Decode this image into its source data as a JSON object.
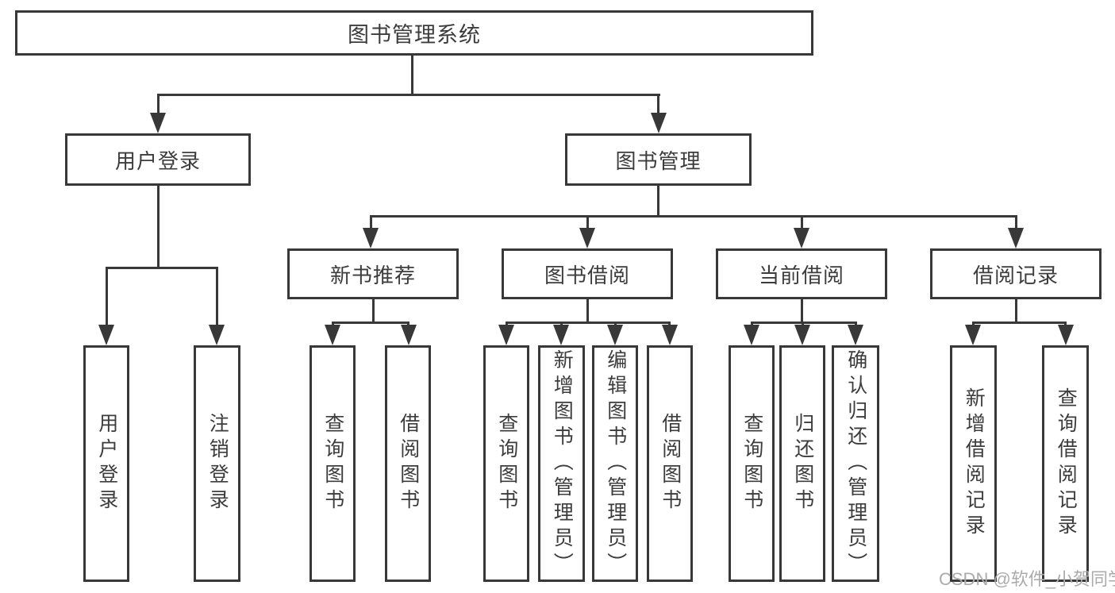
{
  "diagram": {
    "type": "hierarchy-tree",
    "root": {
      "label": "图书管理系统"
    },
    "level2": {
      "user_login": {
        "label": "用户登录"
      },
      "book_mgmt": {
        "label": "图书管理"
      }
    },
    "level3": {
      "new_book_rec": {
        "label": "新书推荐"
      },
      "book_borrow": {
        "label": "图书借阅"
      },
      "current_borrow": {
        "label": "当前借阅"
      },
      "borrow_records": {
        "label": "借阅记录"
      }
    },
    "leaves": {
      "user_login_leaf": {
        "label": "用户登录",
        "parent": "用户登录"
      },
      "logout_leaf": {
        "label": "注销登录",
        "parent": "用户登录"
      },
      "query_book_rec": {
        "label": "查询图书",
        "parent": "新书推荐"
      },
      "borrow_book_rec": {
        "label": "借阅图书",
        "parent": "新书推荐"
      },
      "query_book_borrow": {
        "label": "查询图书",
        "parent": "图书借阅"
      },
      "add_book": {
        "label": "新增图书（管理员）",
        "parent": "图书借阅"
      },
      "edit_book": {
        "label": "编辑图书（管理员）",
        "parent": "图书借阅"
      },
      "borrow_book": {
        "label": "借阅图书",
        "parent": "图书借阅"
      },
      "query_book_current": {
        "label": "查询图书",
        "parent": "当前借阅"
      },
      "return_book": {
        "label": "归还图书",
        "parent": "当前借阅"
      },
      "confirm_return": {
        "label": "确认归还（管理员）",
        "parent": "当前借阅"
      },
      "add_borrow_record": {
        "label": "新增借阅记录",
        "parent": "借阅记录"
      },
      "query_borrow_record": {
        "label": "查询借阅记录",
        "parent": "借阅记录"
      }
    }
  },
  "watermark": {
    "text": "CSDN @软件_小贺同学"
  },
  "colors": {
    "line": "#383838",
    "text": "#3c3c3c",
    "background": "#ffffff",
    "watermark": "#ababab"
  }
}
